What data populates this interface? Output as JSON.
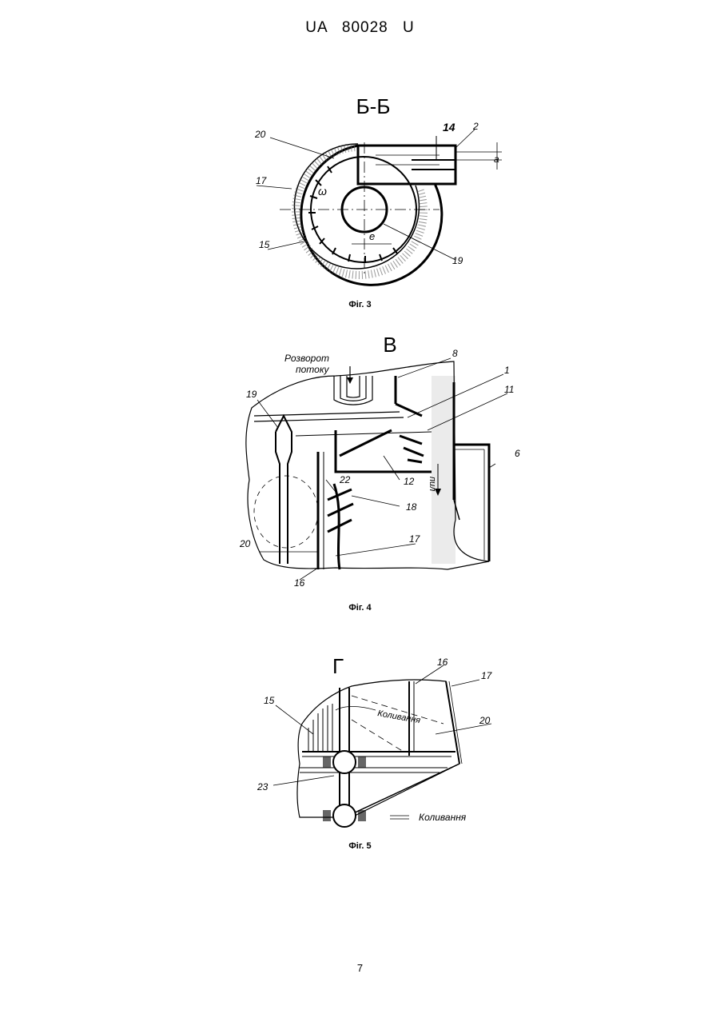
{
  "header": {
    "patent_number": "UA   80028   U"
  },
  "figures": [
    {
      "section": "Б-Б",
      "caption": "Фіг. 3",
      "labels": [
        "20",
        "14",
        "2",
        "17",
        "ω",
        "15",
        "e",
        "19",
        "a"
      ]
    },
    {
      "section": "В",
      "caption": "Фіг. 4",
      "labels": [
        "Розворот",
        "потоку",
        "8",
        "1",
        "11",
        "19",
        "6",
        "22",
        "12",
        "пил",
        "18",
        "20",
        "17",
        "16"
      ]
    },
    {
      "section": "Г",
      "caption": "Фіг. 5",
      "labels": [
        "16",
        "17",
        "15",
        "Коливання",
        "20",
        "23",
        "Коливання"
      ]
    }
  ],
  "footer": {
    "page_number": "7"
  }
}
